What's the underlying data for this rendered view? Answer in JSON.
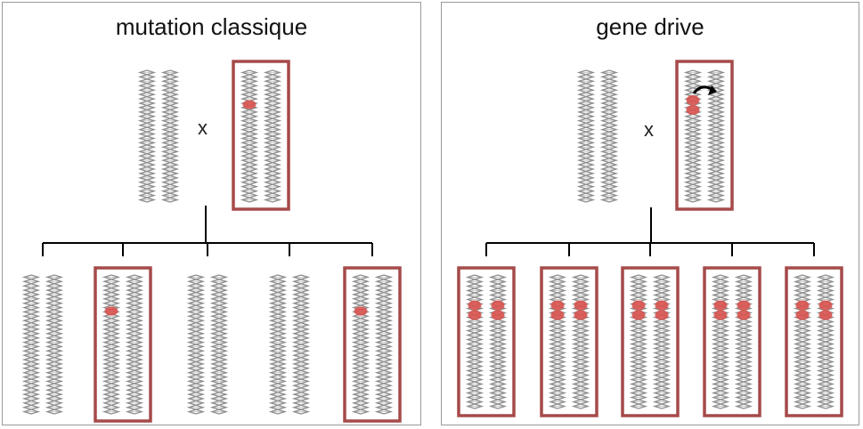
{
  "panels": [
    {
      "title": "mutation classique",
      "cross_symbol": "x",
      "mechanism": "classic",
      "parents": [
        {
          "highlighted": false,
          "marks": [
            [],
            []
          ]
        },
        {
          "highlighted": true,
          "marks": [
            [
              "single"
            ],
            []
          ]
        }
      ],
      "offspring": [
        {
          "highlighted": false,
          "marks": [
            [],
            []
          ]
        },
        {
          "highlighted": true,
          "marks": [
            [
              "single"
            ],
            []
          ]
        },
        {
          "highlighted": false,
          "marks": [
            [],
            []
          ]
        },
        {
          "highlighted": false,
          "marks": [
            [],
            []
          ]
        },
        {
          "highlighted": true,
          "marks": [
            [
              "single"
            ],
            []
          ]
        }
      ]
    },
    {
      "title": "gene drive",
      "cross_symbol": "x",
      "mechanism": "drive",
      "parents": [
        {
          "highlighted": false,
          "marks": [
            [],
            []
          ]
        },
        {
          "highlighted": true,
          "marks": [
            [
              "double"
            ],
            []
          ],
          "copy_arrow": true
        }
      ],
      "offspring": [
        {
          "highlighted": true,
          "marks": [
            [
              "double"
            ],
            [
              "double"
            ]
          ]
        },
        {
          "highlighted": true,
          "marks": [
            [
              "double"
            ],
            [
              "double"
            ]
          ]
        },
        {
          "highlighted": true,
          "marks": [
            [
              "double"
            ],
            [
              "double"
            ]
          ]
        },
        {
          "highlighted": true,
          "marks": [
            [
              "double"
            ],
            [
              "double"
            ]
          ]
        },
        {
          "highlighted": true,
          "marks": [
            [
              "double"
            ],
            [
              "double"
            ]
          ]
        }
      ]
    }
  ],
  "colors": {
    "box_border": "#a64a4a",
    "mutation": "#d9534f",
    "dna_strand": "#8e8e8e",
    "rung": "#c8c8c8",
    "line": "#000000",
    "arrow": "#000000"
  }
}
